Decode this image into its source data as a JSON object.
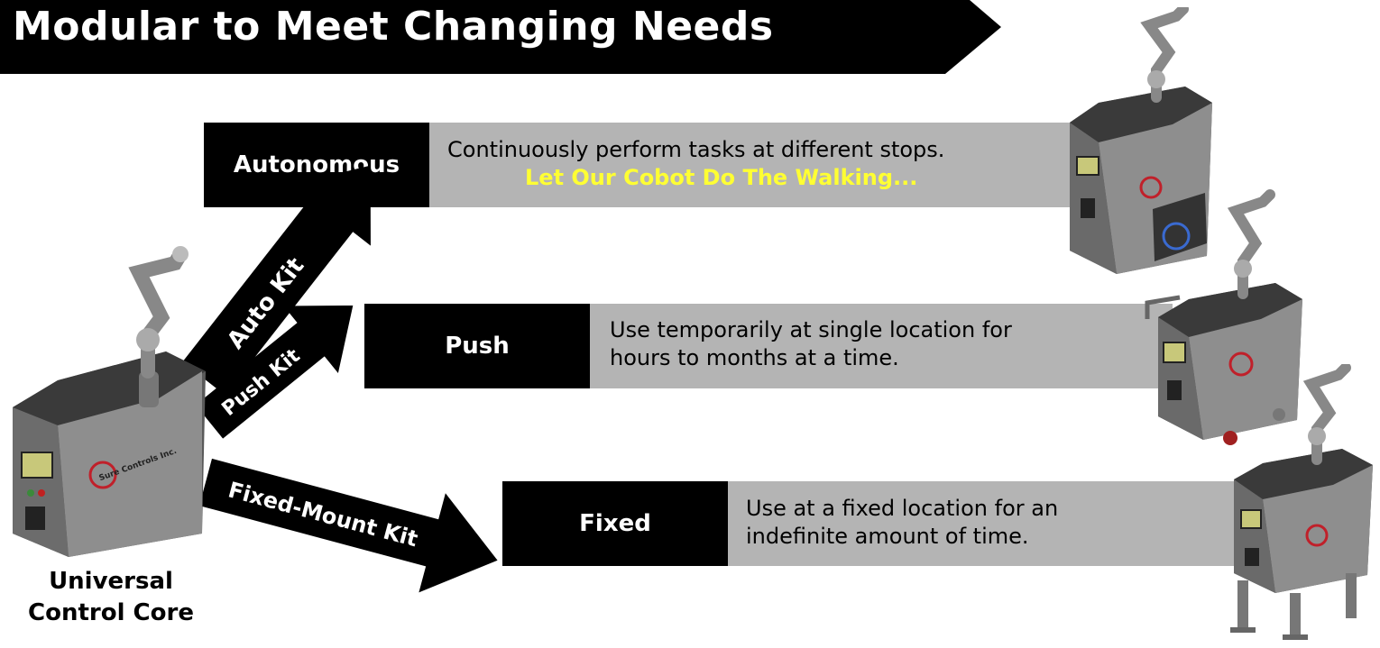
{
  "title": "Modular to Meet Changing Needs",
  "core": {
    "caption_line1": "Universal",
    "caption_line2": "Control Core"
  },
  "kits": {
    "auto": "Auto Kit",
    "push": "Push Kit",
    "fixed": "Fixed-Mount Kit"
  },
  "modes": {
    "autonomous": {
      "label": "Autonomous",
      "desc_line1": "Continuously perform tasks at different stops.",
      "desc_line2": "Let Our Cobot Do The Walking..."
    },
    "push": {
      "label": "Push",
      "desc_line1": "Use temporarily at single location for",
      "desc_line2": "hours to months at a time."
    },
    "fixed": {
      "label": "Fixed",
      "desc_line1": "Use at a fixed location for an",
      "desc_line2": "indefinite amount of time."
    }
  },
  "robot_logo_text": "Sure Controls Inc.",
  "colors": {
    "banner": "#000000",
    "label_box": "#000000",
    "desc_box": "#b4b4b4",
    "accent_text": "#ffff33",
    "logo_ring": "#c0202a"
  }
}
